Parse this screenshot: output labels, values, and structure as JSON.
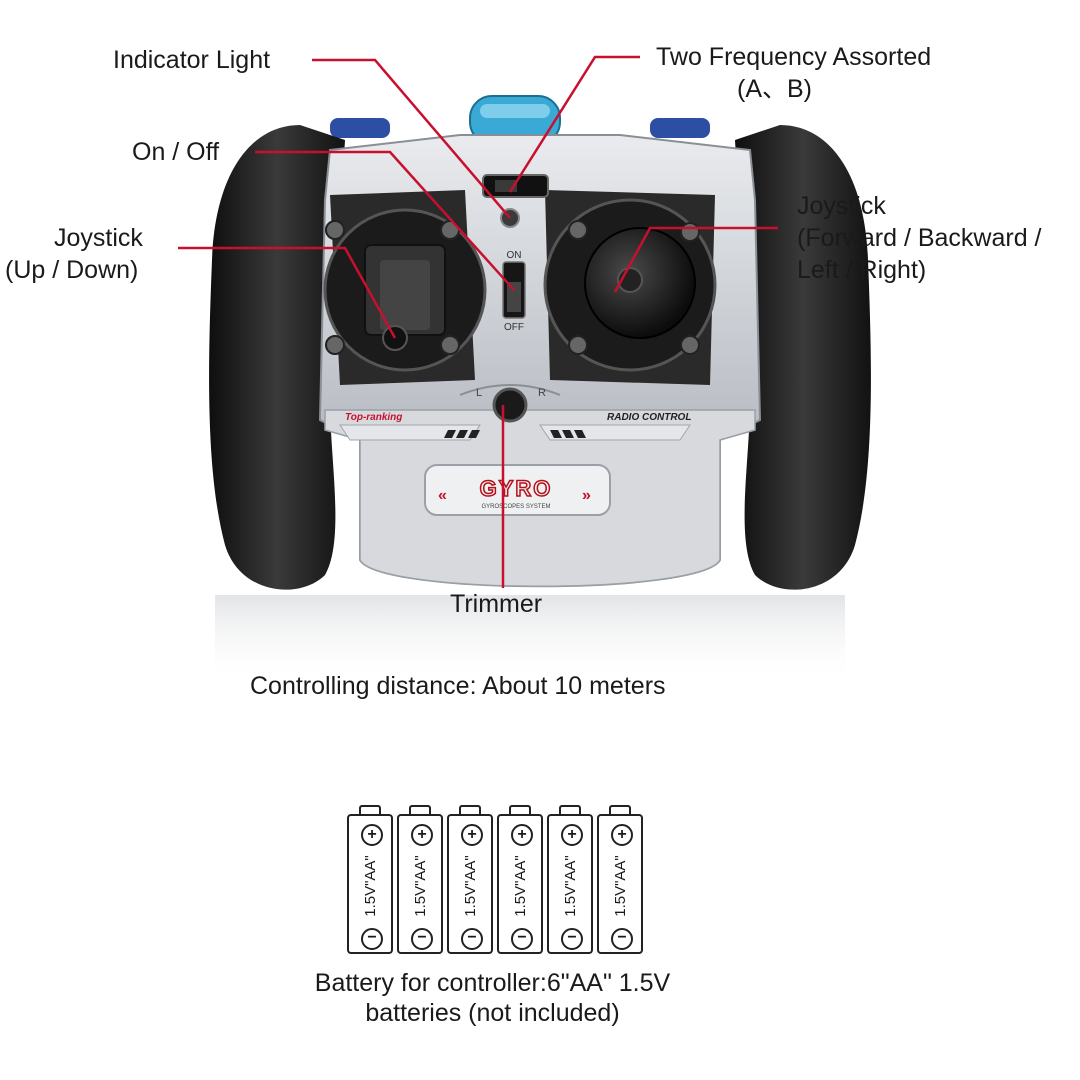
{
  "labels": {
    "indicator_light": "Indicator Light",
    "two_frequency": "Two Frequency Assorted",
    "two_frequency_sub": "(A、B)",
    "on_off": "On / Off",
    "joystick_left": "Joystick",
    "joystick_left_sub": "(Up / Down)",
    "joystick_right": "Joystick",
    "joystick_right_sub1": "(Forward / Backward /",
    "joystick_right_sub2": "Left / Right)",
    "trimmer": "Trimmer",
    "distance": "Controlling distance: About 10 meters",
    "battery_line1": "Battery for controller:6\"AA\" 1.5V",
    "battery_line2": "batteries (not included)"
  },
  "controller": {
    "switch_on": "ON",
    "switch_off": "OFF",
    "left_stripe": "Top-ranking",
    "right_stripe": "RADIO CONTROL",
    "trim_l": "L",
    "trim_r": "R",
    "badge_main": "GYRO",
    "badge_sub": "GYROSCOPES SYSTEM"
  },
  "batteries": [
    {
      "label": "1.5V\"AA\"",
      "plus": "+",
      "minus": "−"
    },
    {
      "label": "1.5V\"AA\"",
      "plus": "+",
      "minus": "−"
    },
    {
      "label": "1.5V\"AA\"",
      "plus": "+",
      "minus": "−"
    },
    {
      "label": "1.5V\"AA\"",
      "plus": "+",
      "minus": "−"
    },
    {
      "label": "1.5V\"AA\"",
      "plus": "+",
      "minus": "−"
    },
    {
      "label": "1.5V\"AA\"",
      "plus": "+",
      "minus": "−"
    }
  ],
  "colors": {
    "callout_line": "#c8102e",
    "grip": "#1c1c1c",
    "body_silver": "#c9ccd1",
    "antenna_blue": "#3aa9d6",
    "badge_red": "#b5121b"
  }
}
